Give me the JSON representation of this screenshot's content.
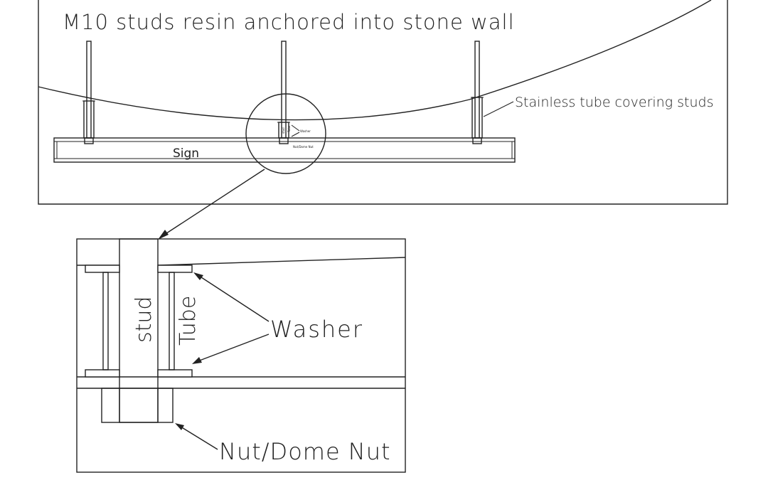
{
  "drawing": {
    "top_note": "M10 studs resin anchored into stone wall",
    "tube_note": "Stainless tube covering studs",
    "sign_label": "Sign",
    "detail_small": {
      "stud": "stud",
      "tube": "Tube",
      "washer": "Washer",
      "nut": "Nut/Dome Nut"
    },
    "detail": {
      "stud_label": "stud",
      "tube_label": "Tube",
      "washer_label": "Washer",
      "nut_label": "Nut/Dome Nut"
    }
  },
  "colors": {
    "line": "#222222",
    "background": "#ffffff"
  }
}
